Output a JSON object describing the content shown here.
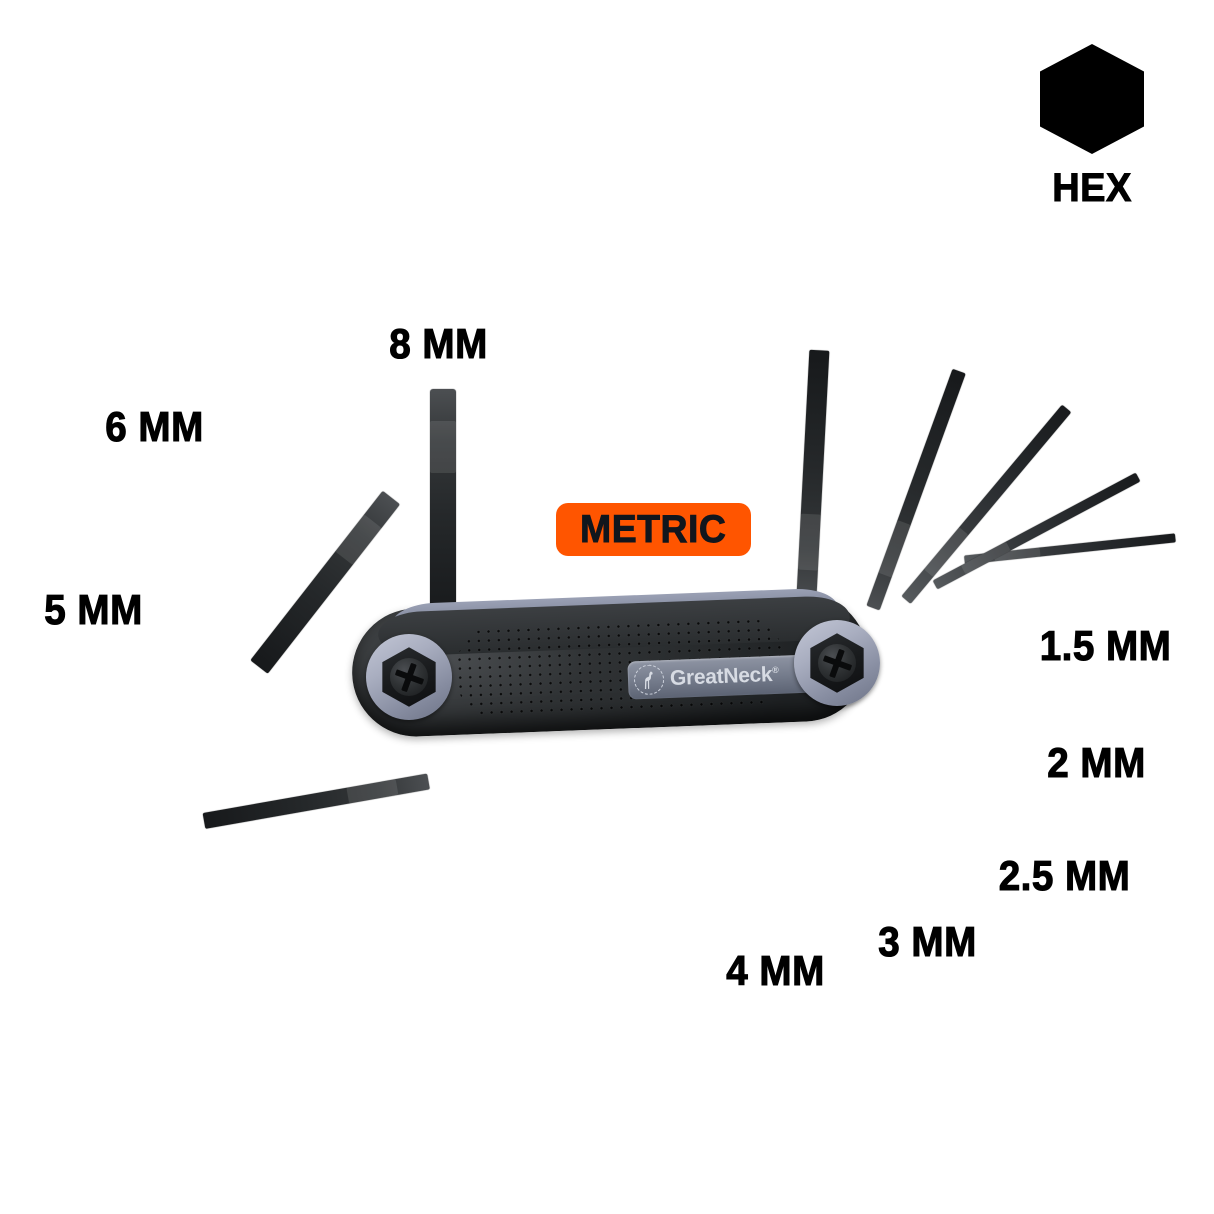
{
  "background_color": "#ffffff",
  "badges": {
    "hex": {
      "shape_name": "hexagon-icon",
      "label": "HEX",
      "color": "#000000"
    },
    "metric": {
      "label": "METRIC",
      "background_color": "#ff5500",
      "text_color": "#11161d"
    }
  },
  "product": {
    "brand": "GreatNeck",
    "brand_mark": "®",
    "emblem_name": "giraffe-emblem",
    "body_color": "#2c2f31",
    "liner_color": "#7d8498",
    "pivot_ring_color": "#a9aec0"
  },
  "callouts": [
    {
      "id": "size-8mm",
      "label": "8 MM",
      "side": "top"
    },
    {
      "id": "size-6mm",
      "label": "6 MM",
      "side": "left"
    },
    {
      "id": "size-5mm",
      "label": "5 MM",
      "side": "left"
    },
    {
      "id": "size-1p5mm",
      "label": "1.5 MM",
      "side": "right"
    },
    {
      "id": "size-2mm",
      "label": "2 MM",
      "side": "right"
    },
    {
      "id": "size-2p5mm",
      "label": "2.5 MM",
      "side": "right"
    },
    {
      "id": "size-3mm",
      "label": "3 MM",
      "side": "bottom"
    },
    {
      "id": "size-4mm",
      "label": "4 MM",
      "side": "bottom"
    }
  ]
}
